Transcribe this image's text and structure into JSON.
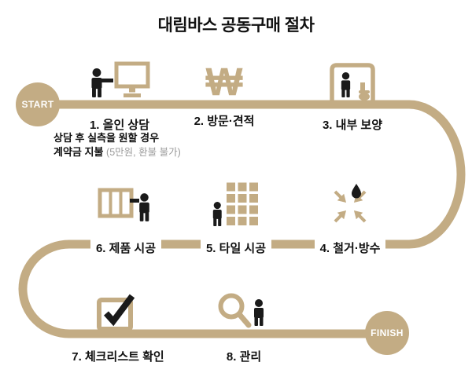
{
  "title": "대림바스 공동구매 절차",
  "badges": {
    "start": "START",
    "finish": "FINISH"
  },
  "steps": [
    {
      "label": "1. 올인 상담",
      "icon": "consult-computer-icon"
    },
    {
      "label": "2. 방문·견적",
      "icon": "won-currency-icon"
    },
    {
      "label": "3. 내부 보양",
      "icon": "interior-protection-icon"
    },
    {
      "label": "4. 철거·방수",
      "icon": "demolition-waterproof-icon"
    },
    {
      "label": "5. 타일 시공",
      "icon": "tile-work-icon"
    },
    {
      "label": "6. 제품 시공",
      "icon": "product-install-icon"
    },
    {
      "label": "7. 체크리스트 확인",
      "icon": "checklist-icon"
    },
    {
      "label": "8. 관리",
      "icon": "magnifier-person-icon"
    }
  ],
  "note": {
    "line1": "상담 후 실측을 원할 경우",
    "line2_main": "계약금 지불 ",
    "line2_detail": "(5만원, 환불 불가)"
  },
  "won_symbol": "₩",
  "colors": {
    "tan": "#c3ac84",
    "text": "#111111",
    "note_gray": "#9a9a9a"
  }
}
